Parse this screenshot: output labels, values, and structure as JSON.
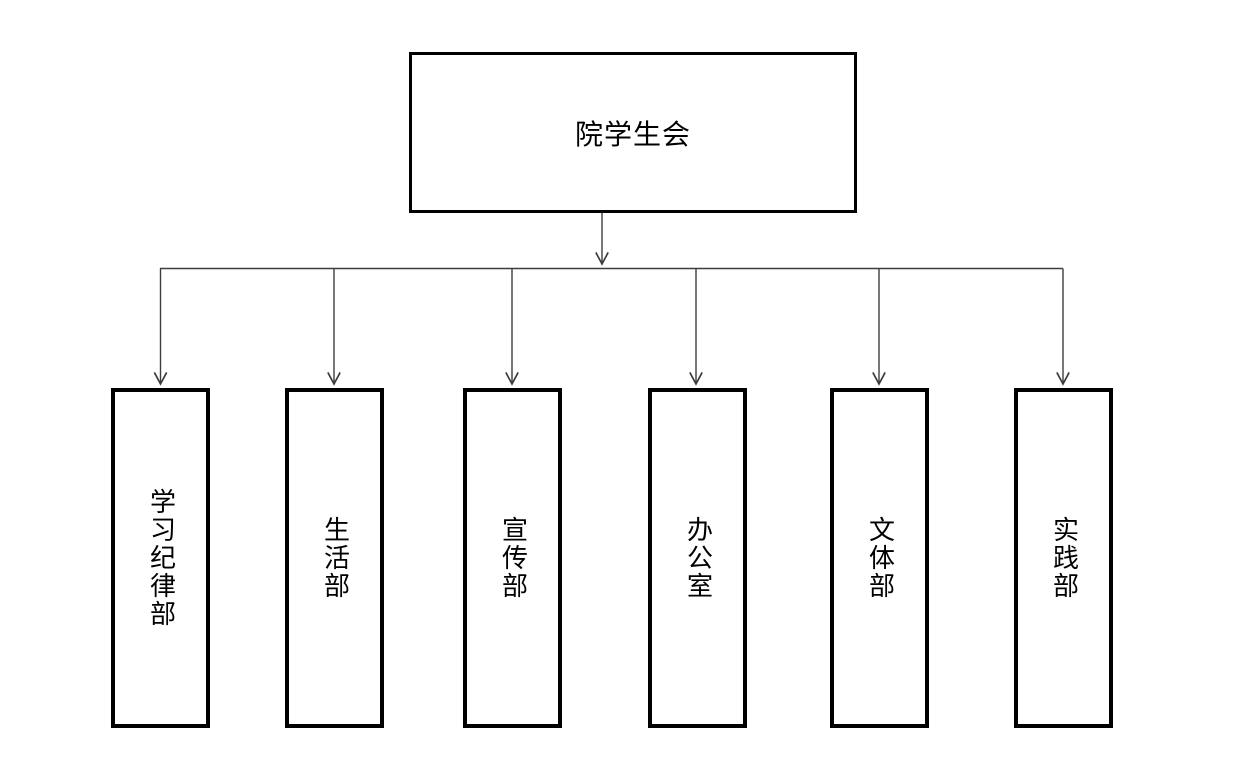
{
  "diagram": {
    "title_node": {
      "label": "院学生会"
    },
    "departments": [
      {
        "label": "学习纪律部"
      },
      {
        "label": "生活部"
      },
      {
        "label": "宣传部"
      },
      {
        "label": "办公室"
      },
      {
        "label": "文体部"
      },
      {
        "label": "实践部"
      }
    ],
    "colors": {
      "background": "#ffffff",
      "box_border": "#000000",
      "connector_line": "#3d3d3d",
      "text": "#000000"
    }
  }
}
